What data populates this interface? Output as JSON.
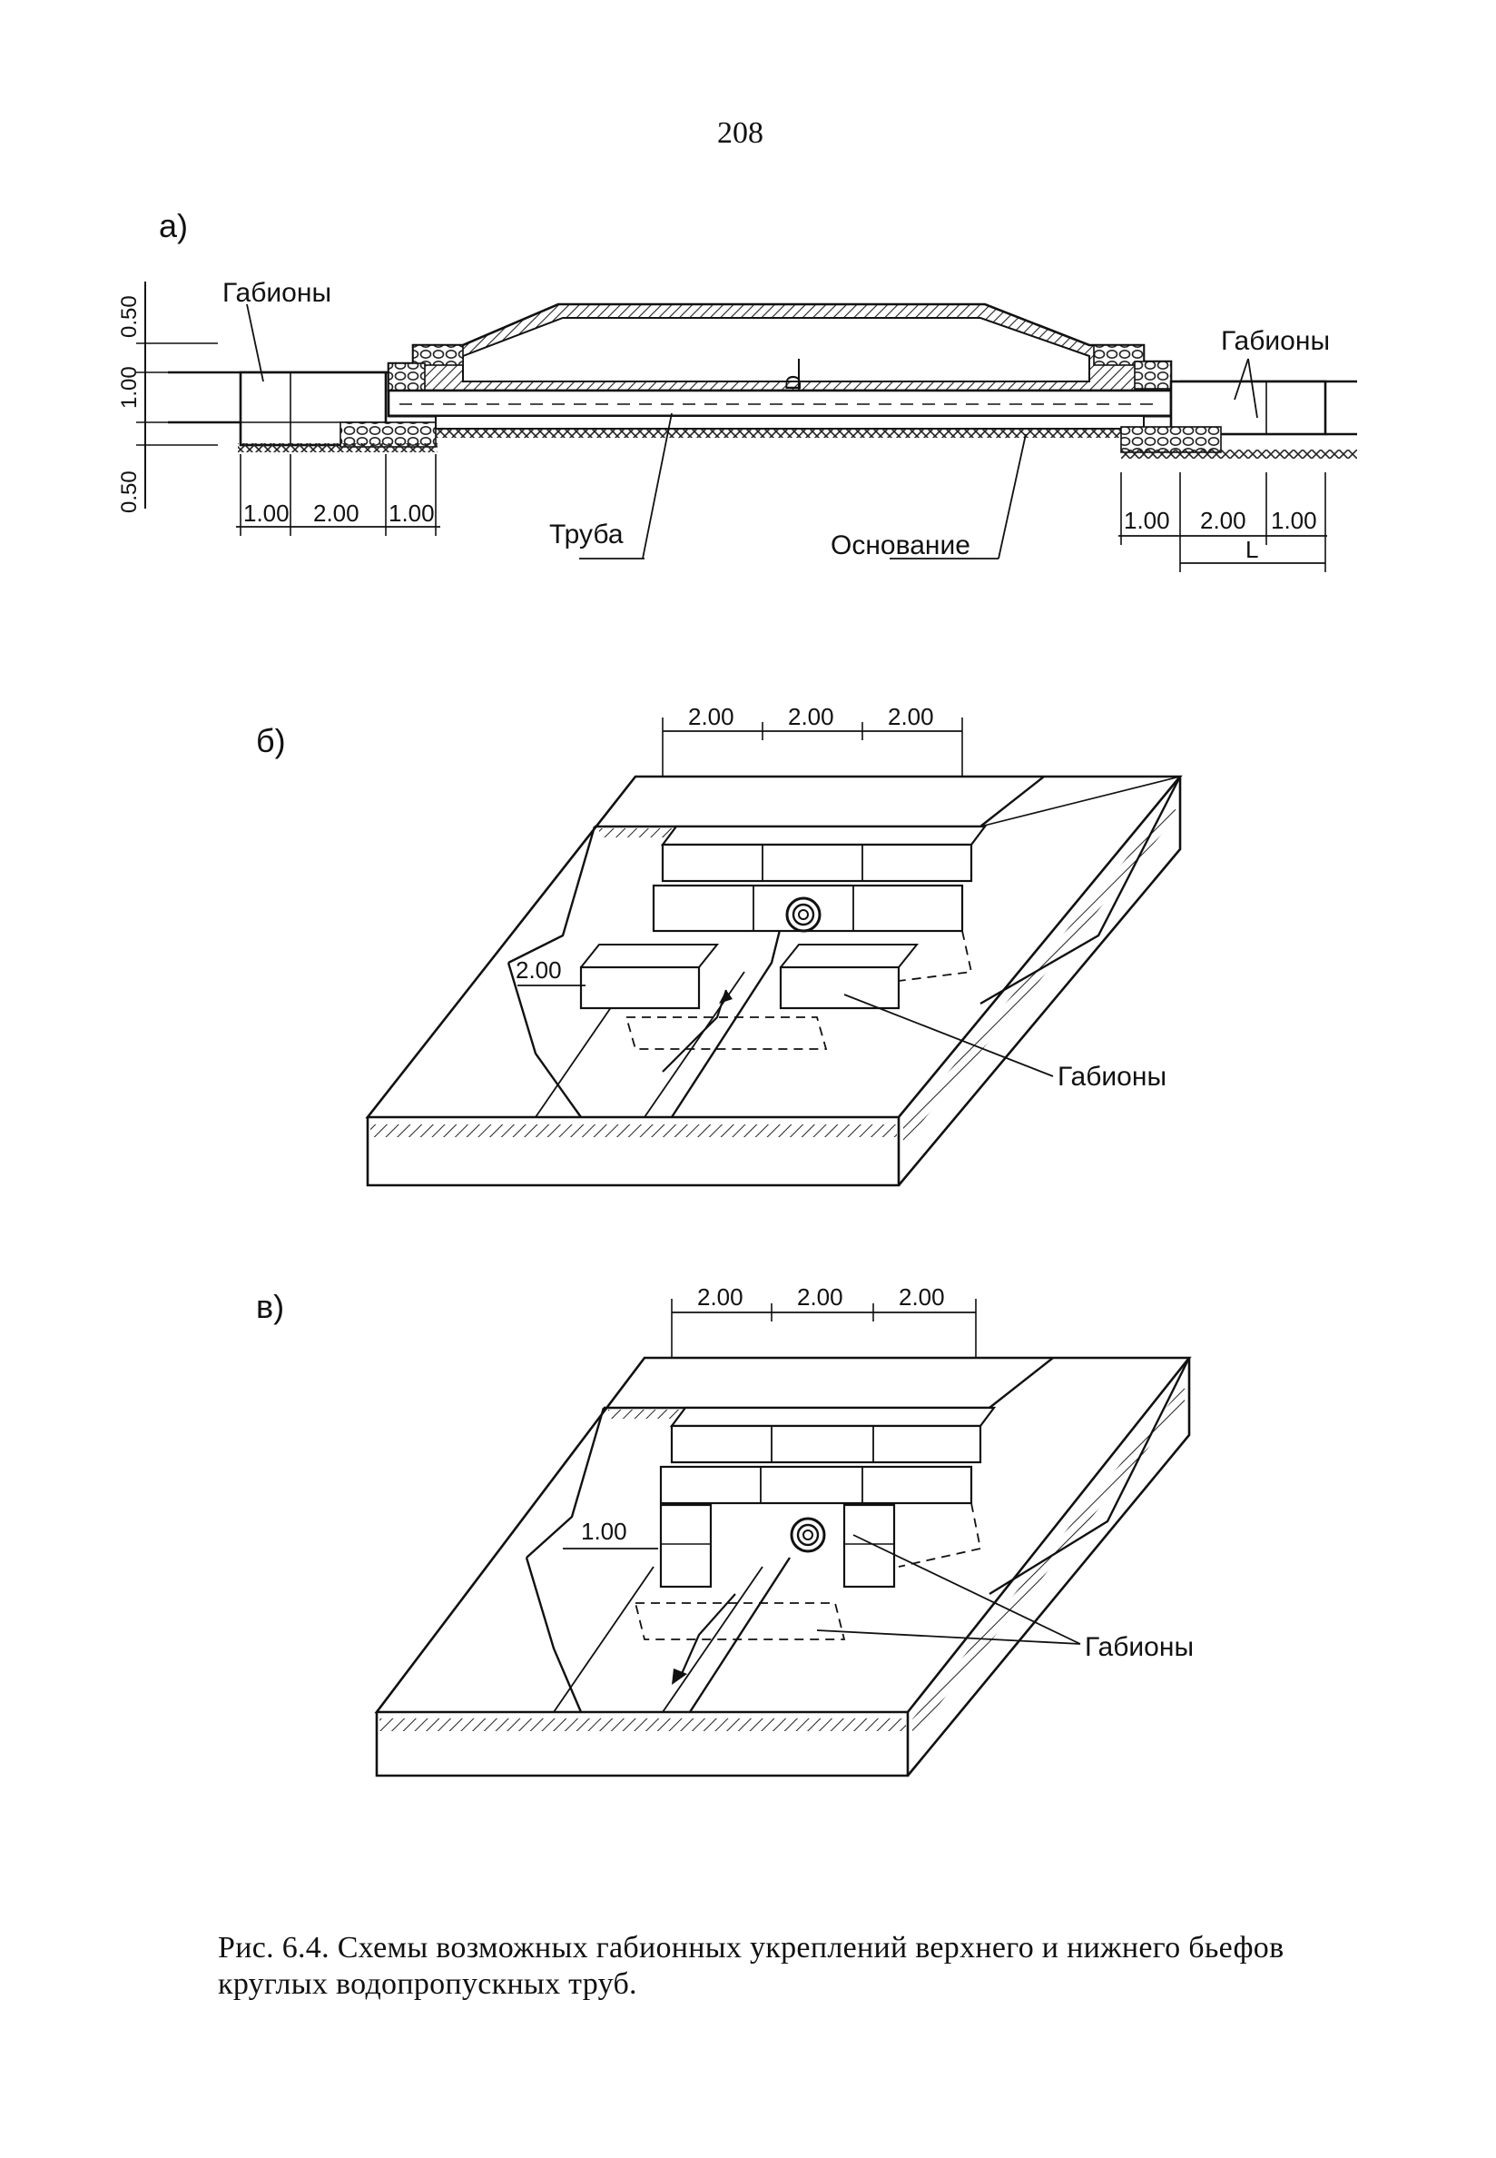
{
  "page": {
    "number": "208"
  },
  "figure_a": {
    "letter": "а)",
    "label_gabions_left": "Габионы",
    "label_gabions_right": "Габионы",
    "label_pipe": "Труба",
    "label_base": "Основание",
    "label_diameter": "D",
    "vertical_dims": [
      "0.50",
      "1.00",
      "0.50"
    ],
    "left_dims": [
      "1.00",
      "2.00",
      "1.00"
    ],
    "right_dims": [
      "1.00",
      "2.00",
      "1.00"
    ],
    "right_total_label": "L"
  },
  "figure_b": {
    "letter": "б)",
    "top_dims": [
      "2.00",
      "2.00",
      "2.00"
    ],
    "side_dim": "2.00",
    "label_gabions": "Габионы"
  },
  "figure_v": {
    "letter": "в)",
    "top_dims": [
      "2.00",
      "2.00",
      "2.00"
    ],
    "side_dim": "1.00",
    "label_gabions": "Габионы"
  },
  "caption": {
    "text": "Рис. 6.4. Схемы возможных габионных укреплений верхнего и нижнего бьефов круглых водопропускных труб."
  }
}
